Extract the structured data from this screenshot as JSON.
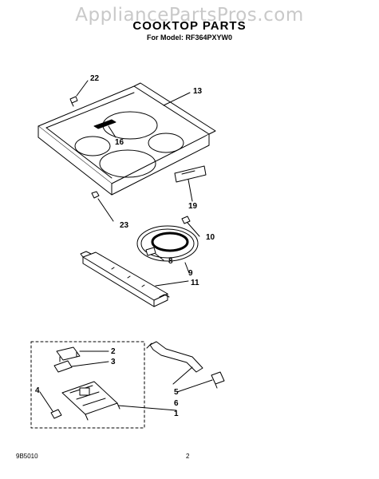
{
  "watermark": "AppliancePartsPros.com",
  "title": "COOKTOP PARTS",
  "subtitle": "For Model: RF364PXYW0",
  "callouts": {
    "p22": "22",
    "p13": "13",
    "p16": "16",
    "p19": "19",
    "p23": "23",
    "p10": "10",
    "p8": "8",
    "p9": "9",
    "p11": "11",
    "p2": "2",
    "p3": "3",
    "p4": "4",
    "p5": "5",
    "p6": "6",
    "p1": "1"
  },
  "footer": {
    "code": "9B5010",
    "page": "2"
  }
}
